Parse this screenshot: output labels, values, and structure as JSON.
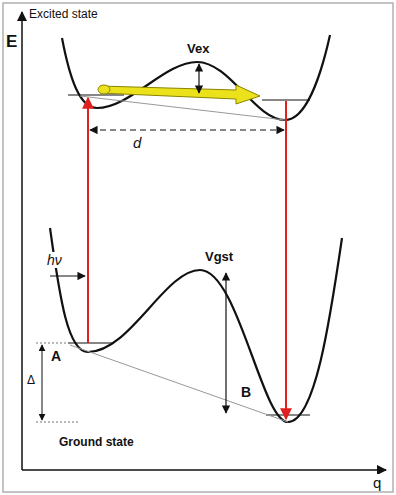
{
  "diagram": {
    "labels": [
      "E",
      "Excited state",
      "Vex",
      "d",
      "hν",
      "Vgst",
      "Δ",
      "A",
      "B",
      "Ground state",
      "q"
    ]
  }
}
